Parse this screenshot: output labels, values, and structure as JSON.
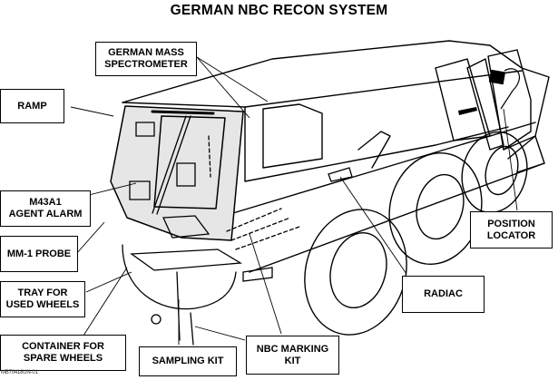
{
  "title": "GERMAN NBC RECON SYSTEM",
  "figure_id": "MB70418UN-01",
  "colors": {
    "line": "#000000",
    "shaded_panel": "#e6e6e6",
    "background": "#ffffff"
  },
  "callouts": [
    {
      "id": "german-mass-spectrometer",
      "label": "GERMAN MASS\nSPECTROMETER"
    },
    {
      "id": "ramp",
      "label": "RAMP"
    },
    {
      "id": "m43a1-agent-alarm",
      "label": "M43A1\nAGENT ALARM"
    },
    {
      "id": "mm-1-probe",
      "label": "MM-1 PROBE"
    },
    {
      "id": "tray-for-used-wheels",
      "label": "TRAY FOR\nUSED WHEELS"
    },
    {
      "id": "container-for-spare-wheels",
      "label": "CONTAINER FOR\nSPARE WHEELS"
    },
    {
      "id": "sampling-kit",
      "label": "SAMPLING KIT"
    },
    {
      "id": "nbc-marking-kit",
      "label": "NBC MARKING\nKIT"
    },
    {
      "id": "radiac",
      "label": "RADIAC"
    },
    {
      "id": "position-locator",
      "label": "POSITION\nLOCATOR"
    }
  ]
}
